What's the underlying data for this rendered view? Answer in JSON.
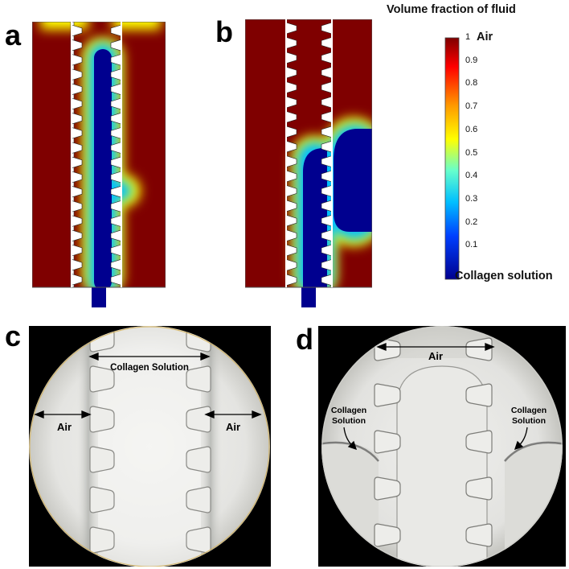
{
  "panels": {
    "a": "a",
    "b": "b",
    "c": "c",
    "d": "d"
  },
  "colorbar": {
    "title": "Volume fraction of fluid",
    "top_label": "Air",
    "bottom_label": "Collagen solution",
    "ticks": [
      "1",
      "0.9",
      "0.8",
      "0.7",
      "0.6",
      "0.5",
      "0.4",
      "0.3",
      "0.2",
      "0.1"
    ],
    "colors": [
      "#7f0000",
      "#ff0000",
      "#ff9900",
      "#ffff00",
      "#66ffcc",
      "#00bfff",
      "#0040ff",
      "#00008f"
    ]
  },
  "photo_c": {
    "center_label": "Collagen Solution",
    "left_label": "Air",
    "right_label": "Air"
  },
  "photo_d": {
    "top_label": "Air",
    "left_label_line1": "Collagen",
    "left_label_line2": "Solution",
    "right_label_line1": "Collagen",
    "right_label_line2": "Solution"
  }
}
